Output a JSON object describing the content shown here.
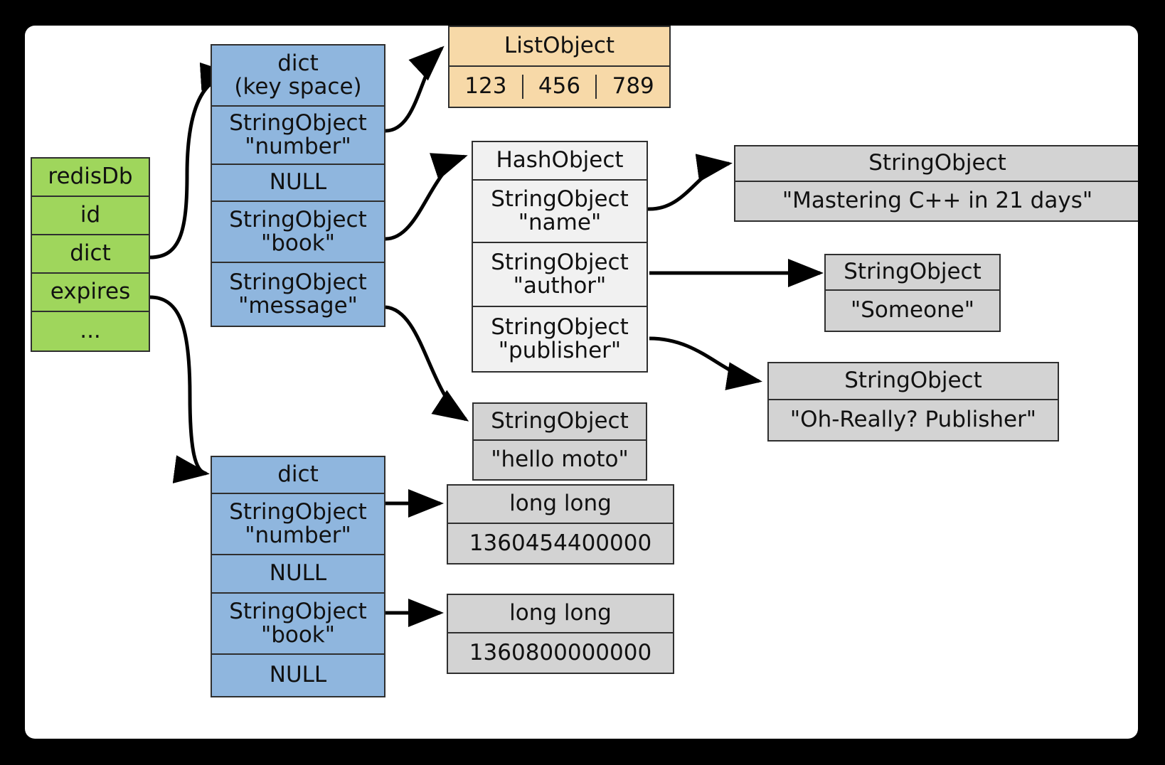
{
  "diagram": {
    "title": "Redis database key space object graph",
    "colors": {
      "page_background": "#000000",
      "canvas": "#ffffff",
      "redisdb": "#9fd65c",
      "dict": "#8fb6de",
      "listobject": "#f7d9a8",
      "hashobject": "#f1f1f1",
      "stringobject": "#d3d3d3",
      "border": "#2f2f2f"
    }
  },
  "redisdb": {
    "name": "redisDb",
    "rows": [
      {
        "label": "redisDb"
      },
      {
        "label": "id"
      },
      {
        "label": "dict"
      },
      {
        "label": "expires"
      },
      {
        "label": "..."
      }
    ]
  },
  "keyspace_dict": {
    "header": "dict\n(key space)",
    "rows": [
      {
        "label": "StringObject\n\"number\""
      },
      {
        "label": "NULL"
      },
      {
        "label": "StringObject\n\"book\""
      },
      {
        "label": "StringObject\n\"message\""
      }
    ]
  },
  "expires_dict": {
    "header": "dict",
    "rows": [
      {
        "label": "StringObject\n\"number\""
      },
      {
        "label": "NULL"
      },
      {
        "label": "StringObject\n\"book\""
      },
      {
        "label": "NULL"
      }
    ]
  },
  "list_object": {
    "header": "ListObject",
    "cells": [
      "123",
      "456",
      "789"
    ]
  },
  "hash_object": {
    "header": "HashObject",
    "rows": [
      {
        "label": "StringObject\n\"name\""
      },
      {
        "label": "StringObject\n\"author\""
      },
      {
        "label": "StringObject\n\"publisher\""
      }
    ]
  },
  "string_objects": {
    "mastering": {
      "header": "StringObject",
      "value": "\"Mastering C++ in 21 days\""
    },
    "someone": {
      "header": "StringObject",
      "value": "\"Someone\""
    },
    "publisher": {
      "header": "StringObject",
      "value": "\"Oh-Really? Publisher\""
    },
    "hello": {
      "header": "StringObject",
      "value": "\"hello moto\""
    }
  },
  "long_longs": {
    "number_expire": {
      "header": "long long",
      "value": "1360454400000"
    },
    "book_expire": {
      "header": "long long",
      "value": "1360800000000"
    }
  }
}
